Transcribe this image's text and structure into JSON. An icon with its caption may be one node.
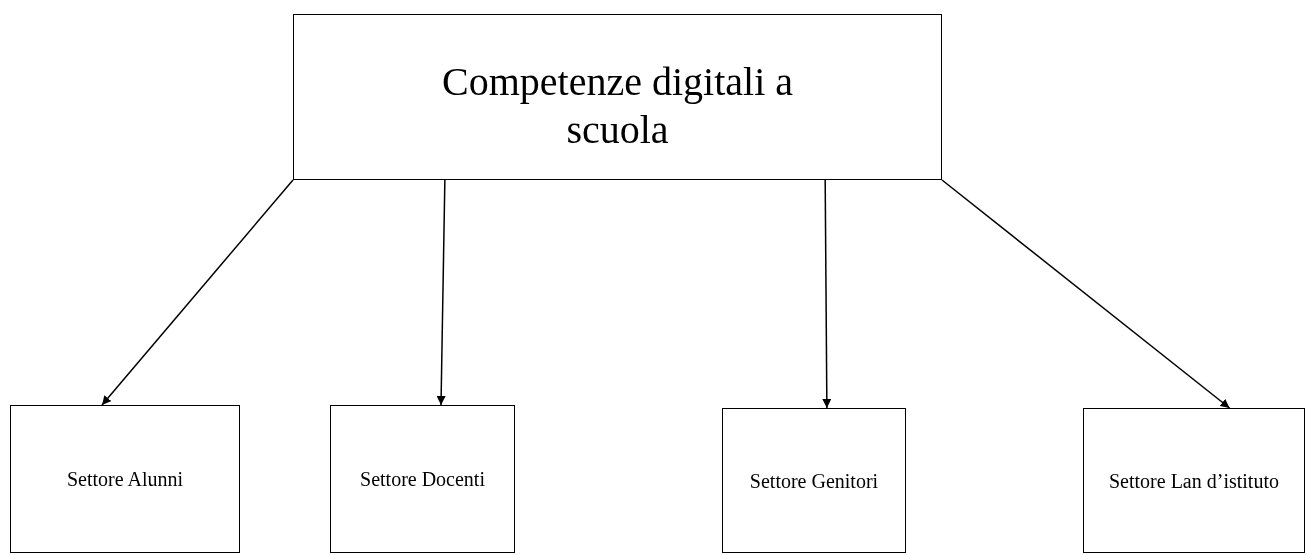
{
  "diagram": {
    "nodes": [
      {
        "text": [
          "Competenze digitali a scuola"
        ]
      },
      {
        "text": [
          "Settore Alunni"
        ]
      },
      {
        "text": [
          "Settore Docenti"
        ]
      },
      {
        "text": [
          "Settore Genitori"
        ]
      },
      {
        "text": [
          "Settore Lan d’istituto"
        ]
      }
    ],
    "edges": [
      {
        "from": 0,
        "to": 1,
        "arrow": "to"
      },
      {
        "from": 0,
        "to": 2,
        "arrow": "to"
      },
      {
        "from": 0,
        "to": 3,
        "arrow": "to"
      },
      {
        "from": 0,
        "to": 4,
        "arrow": "to"
      }
    ]
  }
}
